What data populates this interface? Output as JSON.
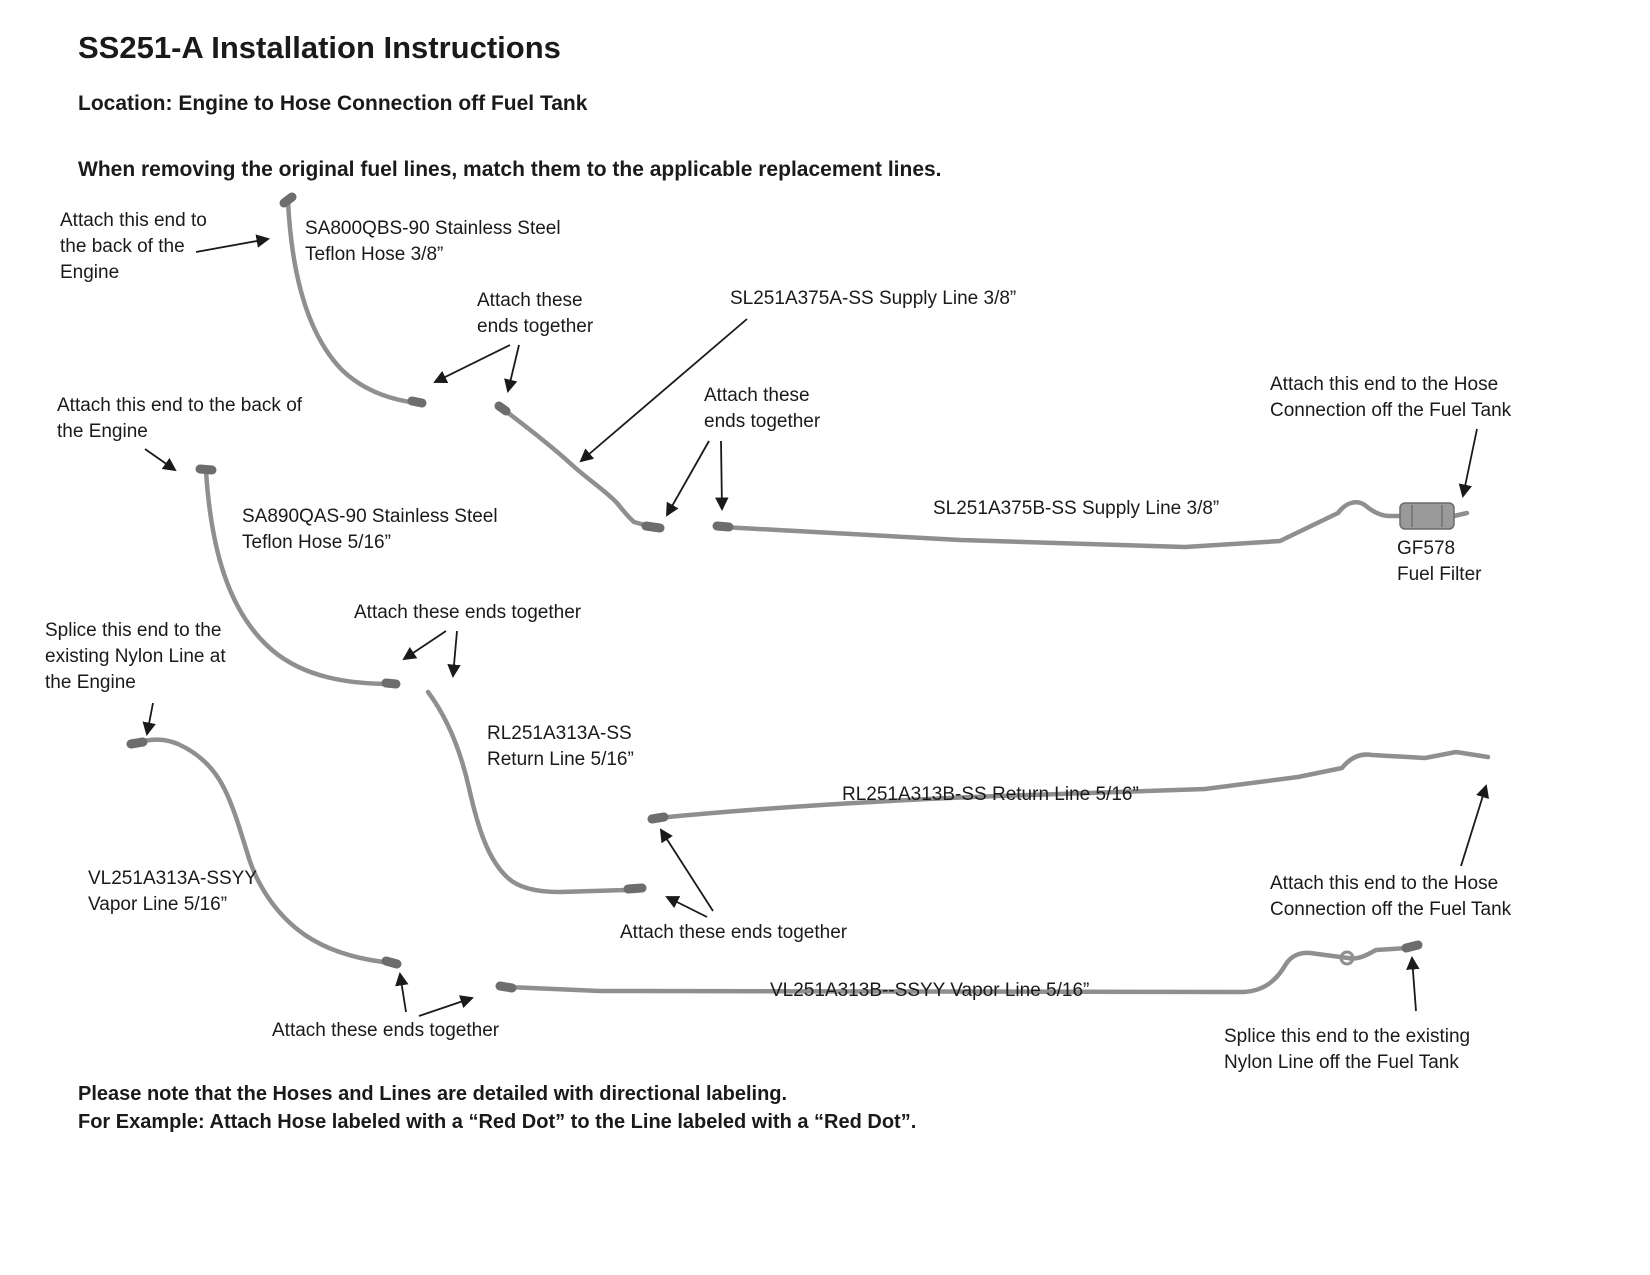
{
  "header": {
    "title": "SS251-A Installation Instructions",
    "location": "Location: Engine to Hose Connection off Fuel Tank",
    "intro": "When removing the original fuel lines, match them to the applicable replacement lines."
  },
  "labels": {
    "attach_engine_1": "Attach this end to\nthe back of the\nEngine",
    "hose_a": "SA800QBS-90 Stainless Steel\nTeflon Hose 3/8”",
    "attach_together_1": "Attach these\nends together",
    "supply_a": "SL251A375A-SS Supply Line 3/8”",
    "attach_together_2": "Attach these\nends together",
    "supply_b": "SL251A375B-SS Supply Line 3/8”",
    "attach_fuel_tank_1": "Attach this end to the Hose\nConnection off the Fuel Tank",
    "fuel_filter": "GF578\nFuel Filter",
    "attach_engine_2": "Attach this end to the back of\nthe Engine",
    "hose_b": "SA890QAS-90 Stainless Steel\nTeflon Hose 5/16”",
    "attach_together_3": "Attach these ends together",
    "splice_engine": "Splice this end to the\nexisting Nylon Line at\nthe Engine",
    "return_a": "RL251A313A-SS\nReturn Line 5/16”",
    "return_b": "RL251A313B-SS Return Line 5/16”",
    "attach_together_4": "Attach these ends together",
    "vapor_a": "VL251A313A-SSYY\nVapor Line 5/16”",
    "attach_fuel_tank_2": "Attach this end to the Hose\nConnection off the Fuel Tank",
    "vapor_b": "VL251A313B--SSYY Vapor Line 5/16”",
    "attach_together_5": "Attach these ends together",
    "splice_fuel_tank": "Splice this end to the existing\nNylon Line off the Fuel Tank"
  },
  "footer": {
    "note1": "Please note that the Hoses and Lines are detailed with directional labeling.",
    "note2": "For Example: Attach Hose labeled with a “Red Dot” to the Line labeled with a “Red Dot”."
  },
  "colors": {
    "tube": "#8f8f8f",
    "fitting": "#6d6d6d",
    "arrow": "#1a1a1a"
  }
}
